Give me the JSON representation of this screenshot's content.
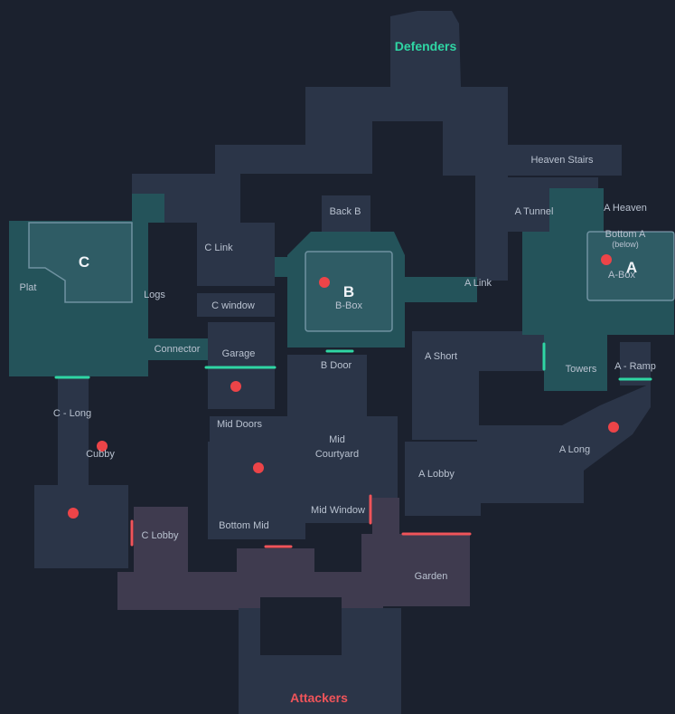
{
  "teams": {
    "defenders": "Defenders",
    "attackers": "Attackers"
  },
  "colors": {
    "background": "#1b212e",
    "neutral_area": "#2b3548",
    "defender_area": "#24535a",
    "attacker_area": "#3f3b4f",
    "spawn_barrier_defender": "#2fd6a4",
    "spawn_barrier_attacker": "#f0545a",
    "marker": "#ec4448"
  },
  "sites": {
    "a": "A",
    "b": "B",
    "c": "C"
  },
  "callouts": {
    "heaven_stairs": "Heaven Stairs",
    "a_tunnel": "A Tunnel",
    "a_heaven": "A Heaven",
    "bottom_a": "Bottom A",
    "bottom_a_note": "(below)",
    "a_box": "A-Box",
    "back_b": "Back B",
    "c_link": "C Link",
    "b_box": "B-Box",
    "a_link": "A Link",
    "plat": "Plat",
    "logs": "Logs",
    "c_window": "C window",
    "connector": "Connector",
    "garage": "Garage",
    "b_door": "B Door",
    "a_short": "A Short",
    "towers": "Towers",
    "a_ramp": "A - Ramp",
    "c_long": "C - Long",
    "mid_doors": "Mid Doors",
    "cubby": "Cubby",
    "mid_courtyard_1": "Mid",
    "mid_courtyard_2": "Courtyard",
    "a_long": "A Long",
    "a_lobby": "A Lobby",
    "mid_window": "Mid Window",
    "c_lobby": "C Lobby",
    "bottom_mid": "Bottom Mid",
    "garden": "Garden"
  }
}
